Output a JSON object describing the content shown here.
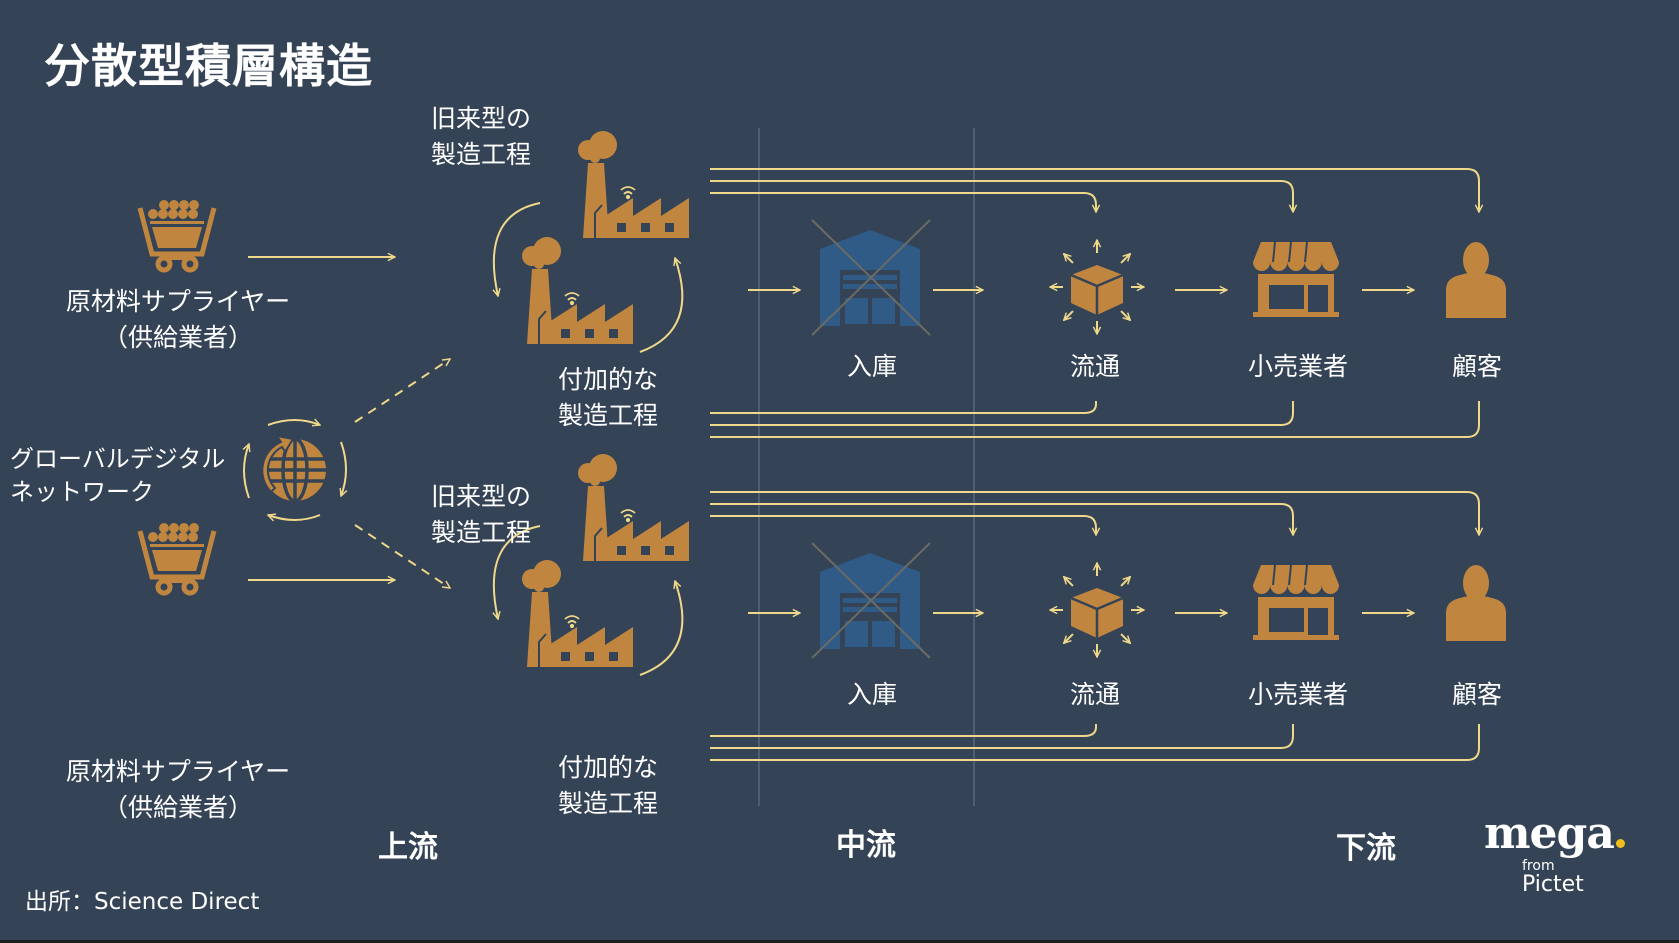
{
  "title": "分散型積層構造",
  "colors": {
    "background": "#344355",
    "icon_gold": "#C08640",
    "arrow_yellow": "#EFD88A",
    "warehouse_blue": "#2F5B86",
    "cross_gray": "#6B6B66",
    "divider": "#4E5D70",
    "logo_dot": "#F2BF1A"
  },
  "supplier": {
    "label_line1": "原材料サプライヤー",
    "label_line2": "（供給業者）",
    "icon": "mine-cart-icon"
  },
  "network": {
    "label_line1": "グローバルデジタル",
    "label_line2": "ネットワーク",
    "icon": "globe-cycle-icon"
  },
  "manufacturing": {
    "traditional_line1": "旧来型の",
    "traditional_line2": "製造工程",
    "additive_line1": "付加的な",
    "additive_line2": "製造工程",
    "icon": "factory-icon"
  },
  "chain": [
    {
      "label": "入庫",
      "icon": "warehouse-icon",
      "crossed_out": true
    },
    {
      "label": "流通",
      "icon": "distribution-box-icon",
      "crossed_out": false
    },
    {
      "label": "小売業者",
      "icon": "store-icon",
      "crossed_out": false
    },
    {
      "label": "顧客",
      "icon": "customer-icon",
      "crossed_out": false
    }
  ],
  "stages": {
    "upstream": "上流",
    "midstream": "中流",
    "downstream": "下流"
  },
  "source": "出所：Science Direct",
  "logo": {
    "mega": "mega",
    "from": "from",
    "pictet": "Pictet"
  }
}
